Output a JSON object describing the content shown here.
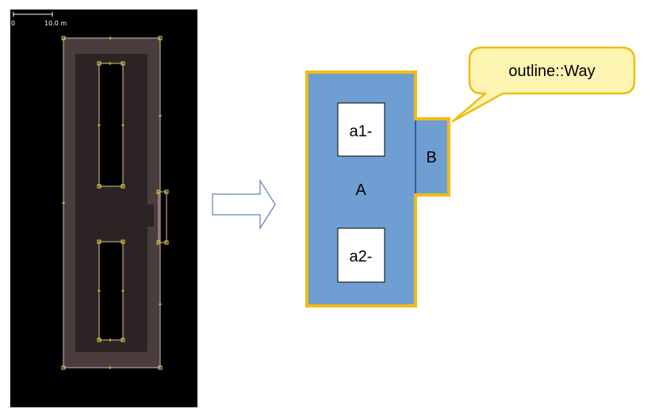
{
  "editor_view": {
    "scale_bar": {
      "start_label": "0",
      "end_label": "10.0 m"
    }
  },
  "diagram": {
    "region_a_label": "A",
    "region_b_label": "B",
    "hole_1_label": "a1-",
    "hole_2_label": "a2-",
    "callout_text": "outline::Way",
    "colors": {
      "fill_main": "#6f9fd2",
      "fill_b": "#6f9fd2",
      "outline": "#f2bb14",
      "divider": "#2e5f9e",
      "callout_fill": "#fff5b3",
      "hole_fill": "#ffffff"
    }
  },
  "arrow_icon": "right-arrow-icon"
}
